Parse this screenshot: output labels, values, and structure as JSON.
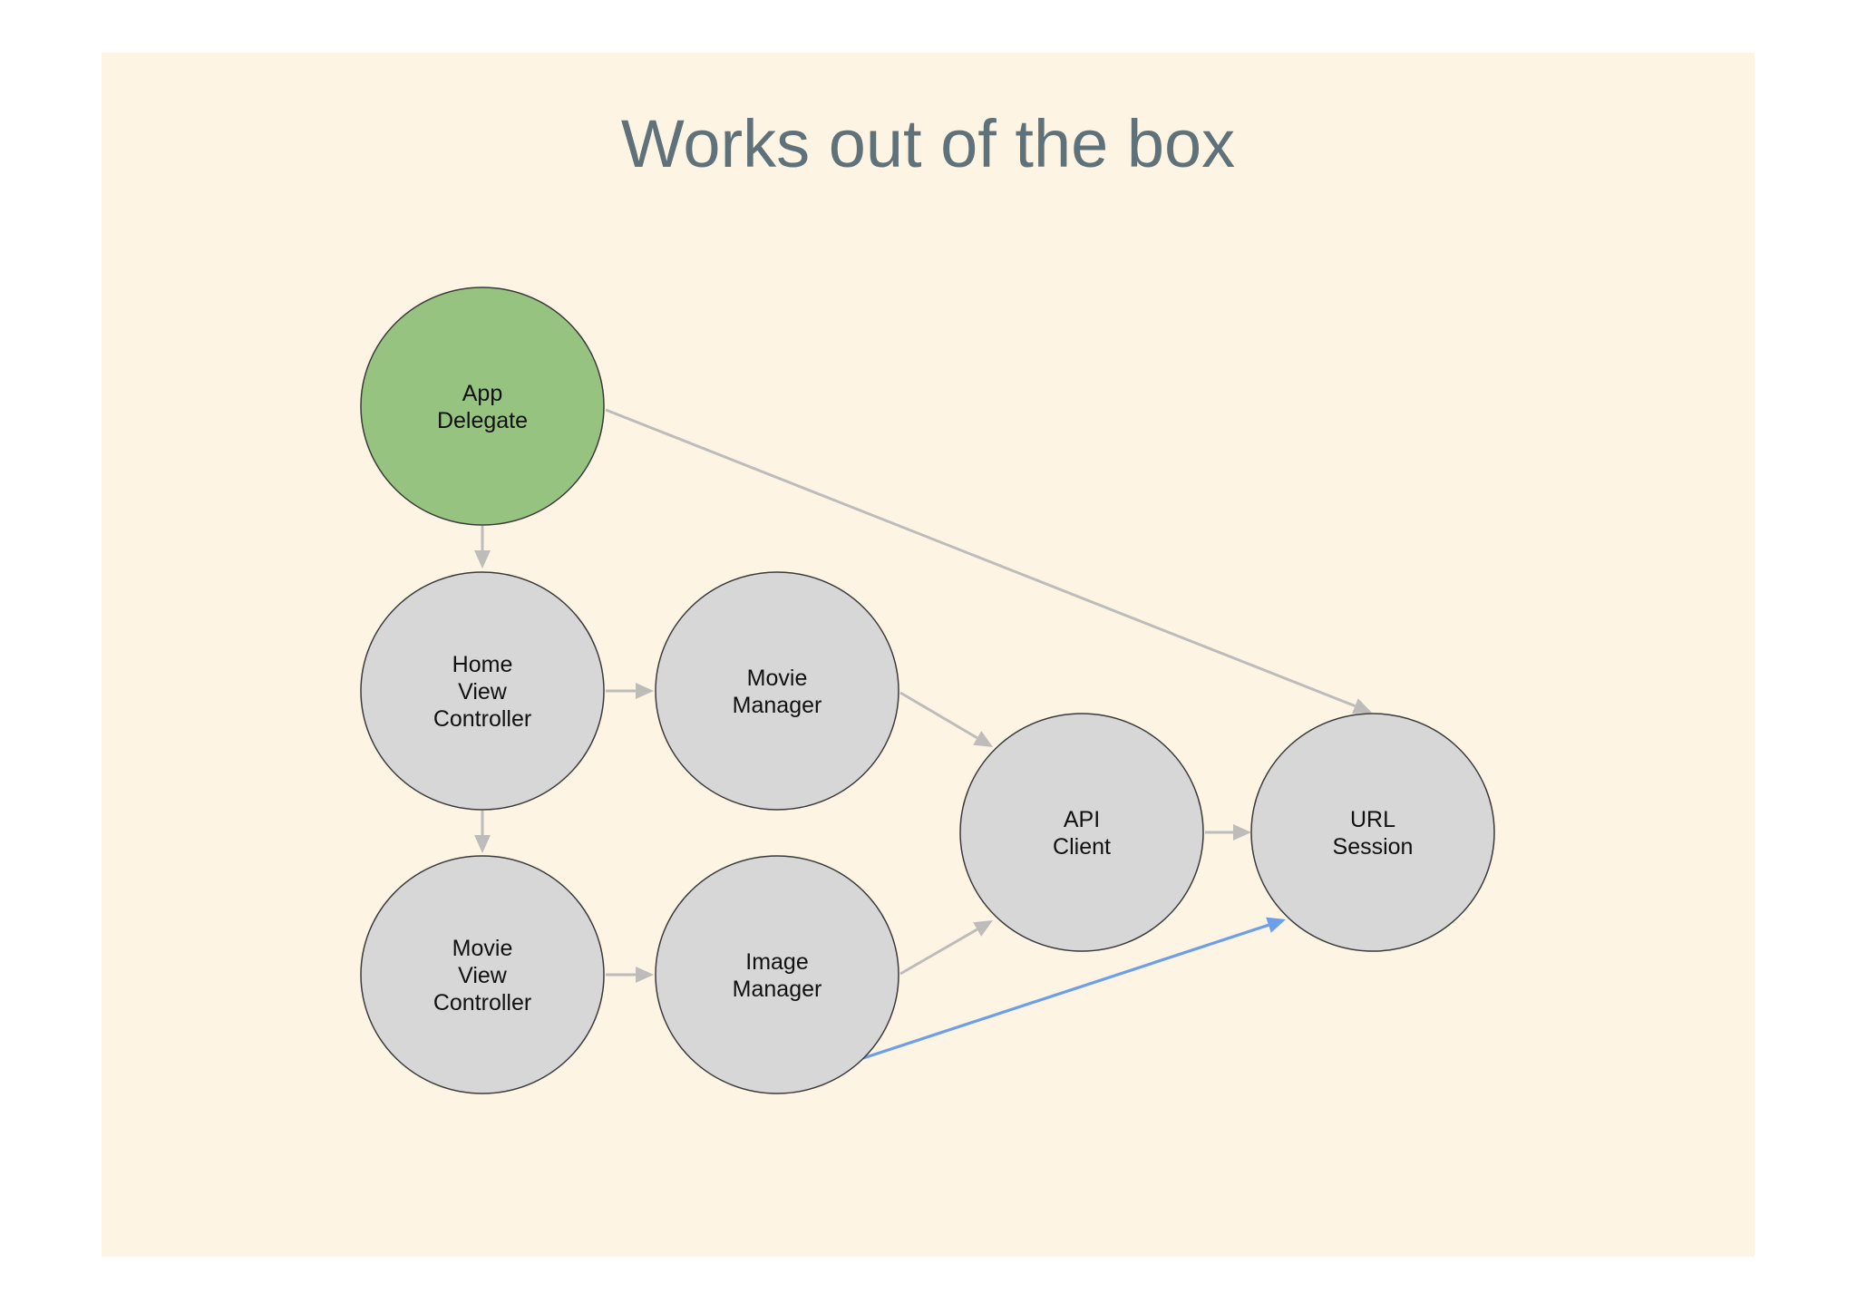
{
  "slide": {
    "title": "Works out of the box"
  },
  "colors": {
    "background": "#fdf4e4",
    "title": "#5f7179",
    "node_highlight": "#97c381",
    "node_default": "#d8d7d8",
    "edge_default": "#bdbcbb",
    "edge_highlight": "#6d9eeb"
  },
  "diagram": {
    "nodes": [
      {
        "id": "app-delegate",
        "lines": [
          "App",
          "Delegate"
        ],
        "highlight": true
      },
      {
        "id": "home-view-controller",
        "lines": [
          "Home",
          "View",
          "Controller"
        ]
      },
      {
        "id": "movie-manager",
        "lines": [
          "Movie",
          "Manager"
        ]
      },
      {
        "id": "movie-view-controller",
        "lines": [
          "Movie",
          "View",
          "Controller"
        ]
      },
      {
        "id": "image-manager",
        "lines": [
          "Image",
          "Manager"
        ]
      },
      {
        "id": "api-client",
        "lines": [
          "API",
          "Client"
        ]
      },
      {
        "id": "url-session",
        "lines": [
          "URL",
          "Session"
        ]
      }
    ],
    "edges": [
      {
        "from": "app-delegate",
        "to": "home-view-controller"
      },
      {
        "from": "app-delegate",
        "to": "url-session"
      },
      {
        "from": "home-view-controller",
        "to": "movie-manager"
      },
      {
        "from": "home-view-controller",
        "to": "movie-view-controller"
      },
      {
        "from": "movie-manager",
        "to": "api-client"
      },
      {
        "from": "movie-view-controller",
        "to": "image-manager"
      },
      {
        "from": "image-manager",
        "to": "api-client"
      },
      {
        "from": "api-client",
        "to": "url-session"
      },
      {
        "from": "image-manager",
        "to": "url-session",
        "highlight": true
      }
    ]
  }
}
